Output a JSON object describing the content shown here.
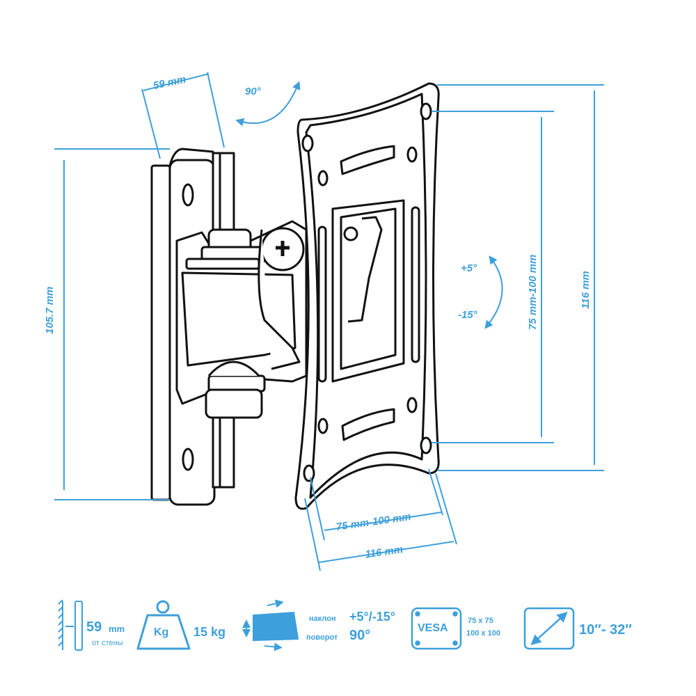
{
  "colors": {
    "accent": "#3d9fdb",
    "ink": "#111111"
  },
  "dimensions": {
    "top_depth": "59 mm",
    "swivel_angle": "90°",
    "height": "105.7 mm",
    "vesa_vertical": "75 mm-100 mm",
    "plate_height": "116 mm",
    "tilt_up": "+5°",
    "tilt_down": "-15°",
    "vesa_horizontal": "75 mm-100 mm",
    "plate_width": "116 mm"
  },
  "features": {
    "wall_distance_value": "59",
    "wall_distance_unit": "mm",
    "wall_distance_caption": "от стены",
    "weight_icon_label": "Kg",
    "weight_value": "15 kg",
    "tilt_label": "наклон",
    "tilt_value": "+5°/-15°",
    "swivel_label": "поворот",
    "swivel_value": "90°",
    "vesa_badge": "VESA",
    "vesa_size_1": "75 x 75",
    "vesa_size_2": "100 x 100",
    "screen_range": "10″- 32″"
  },
  "icons": [
    "wall-distance-icon",
    "weight-icon",
    "tilt-swivel-icon",
    "vesa-icon",
    "diagonal-icon"
  ]
}
